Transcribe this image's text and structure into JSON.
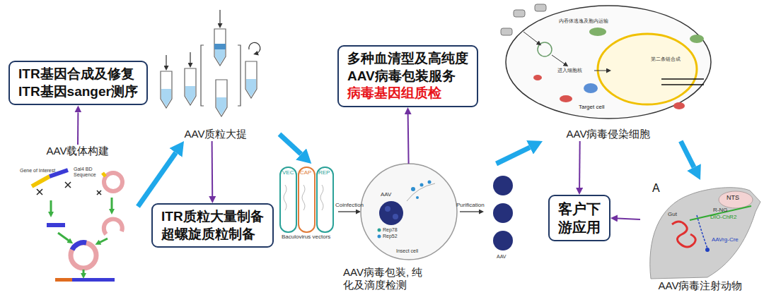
{
  "diagram": {
    "nodes": [
      {
        "text": [
          "ITR基因合成及修复",
          "ITR基因sanger测序"
        ]
      },
      {
        "text": [
          "AAV载体构建"
        ]
      },
      {
        "text": [
          "AAV质粒大提"
        ]
      },
      {
        "text": [
          "ITR质粒大量制备",
          "超螺旋质粒制备"
        ]
      },
      {
        "text": [
          "多种血清型及高纯度",
          "AAV病毒包装服务",
          "病毒基因组质检"
        ]
      },
      {
        "text": [
          "AAV病毒包装, 纯化及滴度检测"
        ]
      },
      {
        "text": [
          "AAV病毒侵染细胞"
        ]
      },
      {
        "text": [
          "客户下 游应用"
        ]
      },
      {
        "text": [
          "AAV病毒注射动物"
        ]
      }
    ],
    "edges": [
      {
        "from": 1,
        "to": 0,
        "arrow": "to"
      },
      {
        "from": 1,
        "to": 2,
        "arrow": "to"
      },
      {
        "from": 2,
        "to": 3,
        "arrow": "to"
      },
      {
        "from": 2,
        "to": 5,
        "arrow": "to"
      },
      {
        "from": 5,
        "to": 4,
        "arrow": "to"
      },
      {
        "from": 5,
        "to": 6,
        "arrow": "to"
      },
      {
        "from": 6,
        "to": 7,
        "arrow": "to"
      },
      {
        "from": 6,
        "to": 8,
        "arrow": "to"
      },
      {
        "from": 8,
        "to": 7,
        "arrow": "to"
      }
    ],
    "labels": [
      "Gene of Interest",
      "Gal4 BD Sequence",
      "VEC",
      "CAP",
      "REP",
      "Baculovirus vectors",
      "Coinfection",
      "AAV",
      "Rep78",
      "Rep52",
      "Insect cell",
      "Purification",
      "AAV",
      "内吞体逃逸及胞内运输",
      "进入细胞核",
      "第二条链合成",
      "Target cell",
      "A",
      "NTS",
      "R-NG",
      "DIO-ChR2",
      "Gut",
      "AAVrg-Cre"
    ]
  }
}
